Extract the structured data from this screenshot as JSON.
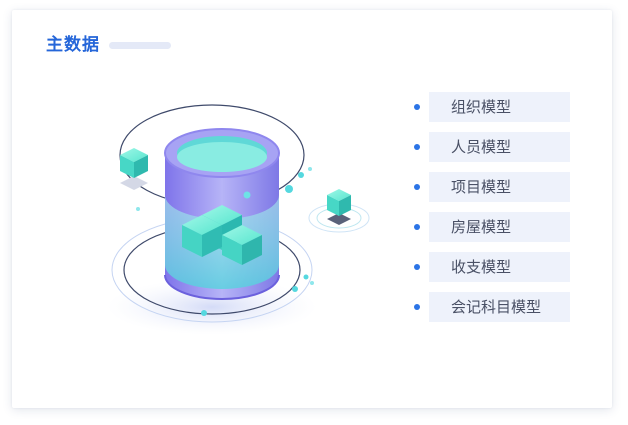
{
  "header": {
    "title": "主数据"
  },
  "models": [
    {
      "label": "组织模型"
    },
    {
      "label": "人员模型"
    },
    {
      "label": "项目模型"
    },
    {
      "label": "房屋模型"
    },
    {
      "label": "收支模型"
    },
    {
      "label": "会记科目模型"
    }
  ],
  "colors": {
    "accent": "#2566d9",
    "item_bg": "#eef2fb",
    "item_text": "#4a5166",
    "cylinder": "#8e8ff0",
    "cube": "#39e0c9"
  },
  "icons": {
    "illustration": "database-cylinder-illustration",
    "bullet": "bullet-dot-icon"
  }
}
